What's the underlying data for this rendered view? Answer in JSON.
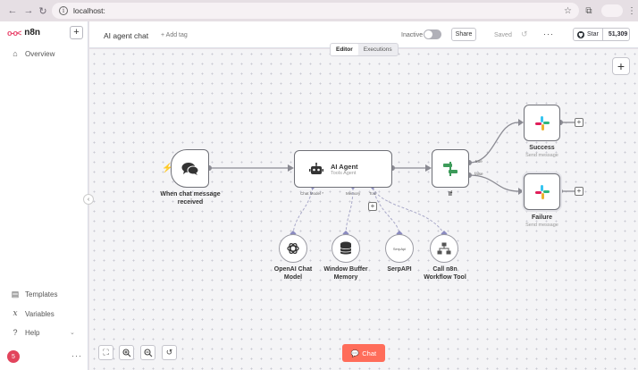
{
  "browser": {
    "url": "localhost:",
    "back_icon": "arrow-left-icon",
    "forward_icon": "arrow-right-icon",
    "reload_icon": "reload-icon"
  },
  "sidebar": {
    "brand": "n8n",
    "add_label": "+",
    "items": [
      {
        "label": "Overview",
        "icon": "home-icon"
      },
      {
        "label": "Templates",
        "icon": "templates-icon"
      },
      {
        "label": "Variables",
        "icon": "variables-icon"
      },
      {
        "label": "Help",
        "icon": "help-icon"
      }
    ],
    "user_initials": "5"
  },
  "header": {
    "workflow_title": "AI agent chat",
    "add_tag": "+ Add tag",
    "inactive_label": "Inactive",
    "share_label": "Share",
    "saved_label": "Saved",
    "github_star_label": "Star",
    "github_star_count": "51,309"
  },
  "view_tabs": [
    "Editor",
    "Executions"
  ],
  "nodes": {
    "trigger": {
      "label": "When chat message received"
    },
    "agent": {
      "label": "AI Agent",
      "sub": "Tools Agent"
    },
    "if": {
      "label": "If",
      "true_label": "true",
      "false_label": "false"
    },
    "success": {
      "label": "Success",
      "sub": "Send message"
    },
    "failure": {
      "label": "Failure",
      "sub": "Send message"
    },
    "ports": {
      "chat_model": "Chat Model *",
      "memory": "Memory",
      "tool": "Tool"
    },
    "openai": {
      "label": "OpenAI Chat Model"
    },
    "memory": {
      "label": "Window Buffer Memory"
    },
    "serpapi": {
      "label": "SerpAPI",
      "inner": "SerpApi"
    },
    "n8n_tool": {
      "label": "Call n8n Workflow Tool"
    }
  },
  "chat_button": "Chat",
  "colors": {
    "accent": "#ff6d5a",
    "brand": "#ea4b71",
    "if_green": "#3d9b5a"
  }
}
